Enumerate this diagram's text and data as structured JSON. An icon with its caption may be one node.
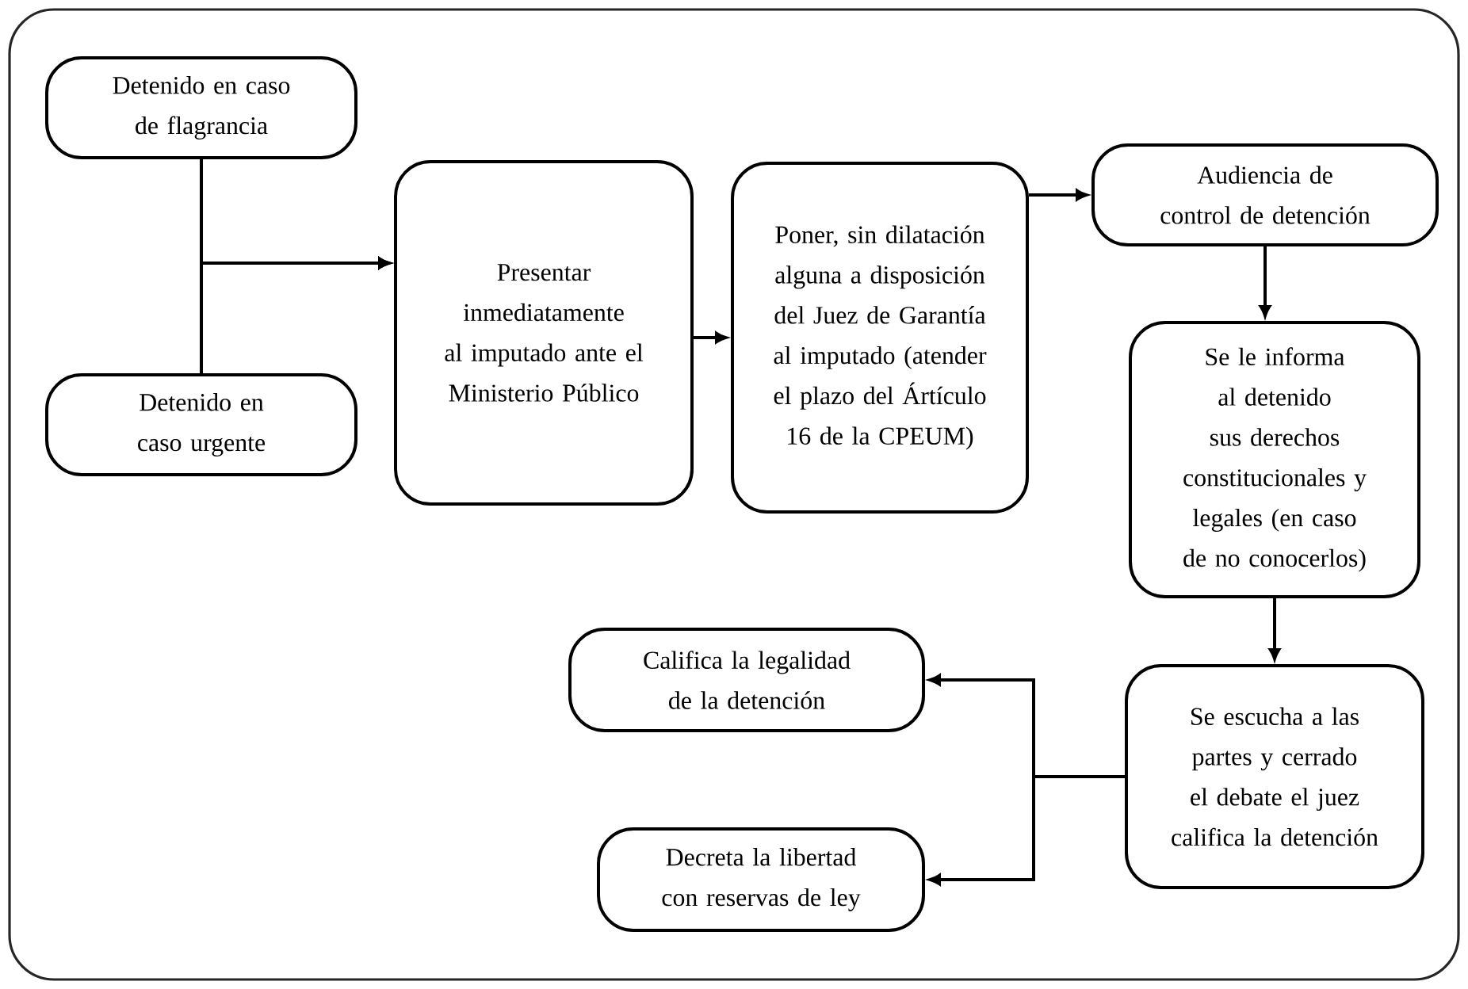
{
  "diagram": {
    "nodes": [
      {
        "text": [
          "Detenido en caso de flagrancia"
        ]
      },
      {
        "text": [
          "Detenido en caso urgente"
        ]
      },
      {
        "text": [
          "Presentar inmediatamente al imputado ante el Ministerio Público"
        ]
      },
      {
        "text": [
          "Poner, sin dilatación alguna a disposición del Juez de Garantía al imputado (atender el plazo del Ártículo 16 de la CPEUM)"
        ]
      },
      {
        "text": [
          "Audiencia de control de detención"
        ]
      },
      {
        "text": [
          "Se le informa al detenido sus derechos constitucionales y legales (en caso de no conocerlos)"
        ]
      },
      {
        "text": [
          "Se escucha a las partes y cerrado el debate el juez califica la detención"
        ]
      },
      {
        "text": [
          "Califica la legalidad de la detención"
        ]
      },
      {
        "text": [
          "Decreta la libertad con reservas de ley"
        ]
      }
    ],
    "edges": [
      {
        "from": 0,
        "to": 2,
        "arrow": "to"
      },
      {
        "from": 1,
        "to": 2,
        "arrow": "to"
      },
      {
        "from": 2,
        "to": 3,
        "arrow": "to"
      },
      {
        "from": 3,
        "to": 4,
        "arrow": "to"
      },
      {
        "from": 4,
        "to": 5,
        "arrow": "to"
      },
      {
        "from": 5,
        "to": 6,
        "arrow": "to"
      },
      {
        "from": 6,
        "to": 7,
        "arrow": "to"
      },
      {
        "from": 6,
        "to": 8,
        "arrow": "to"
      }
    ]
  }
}
